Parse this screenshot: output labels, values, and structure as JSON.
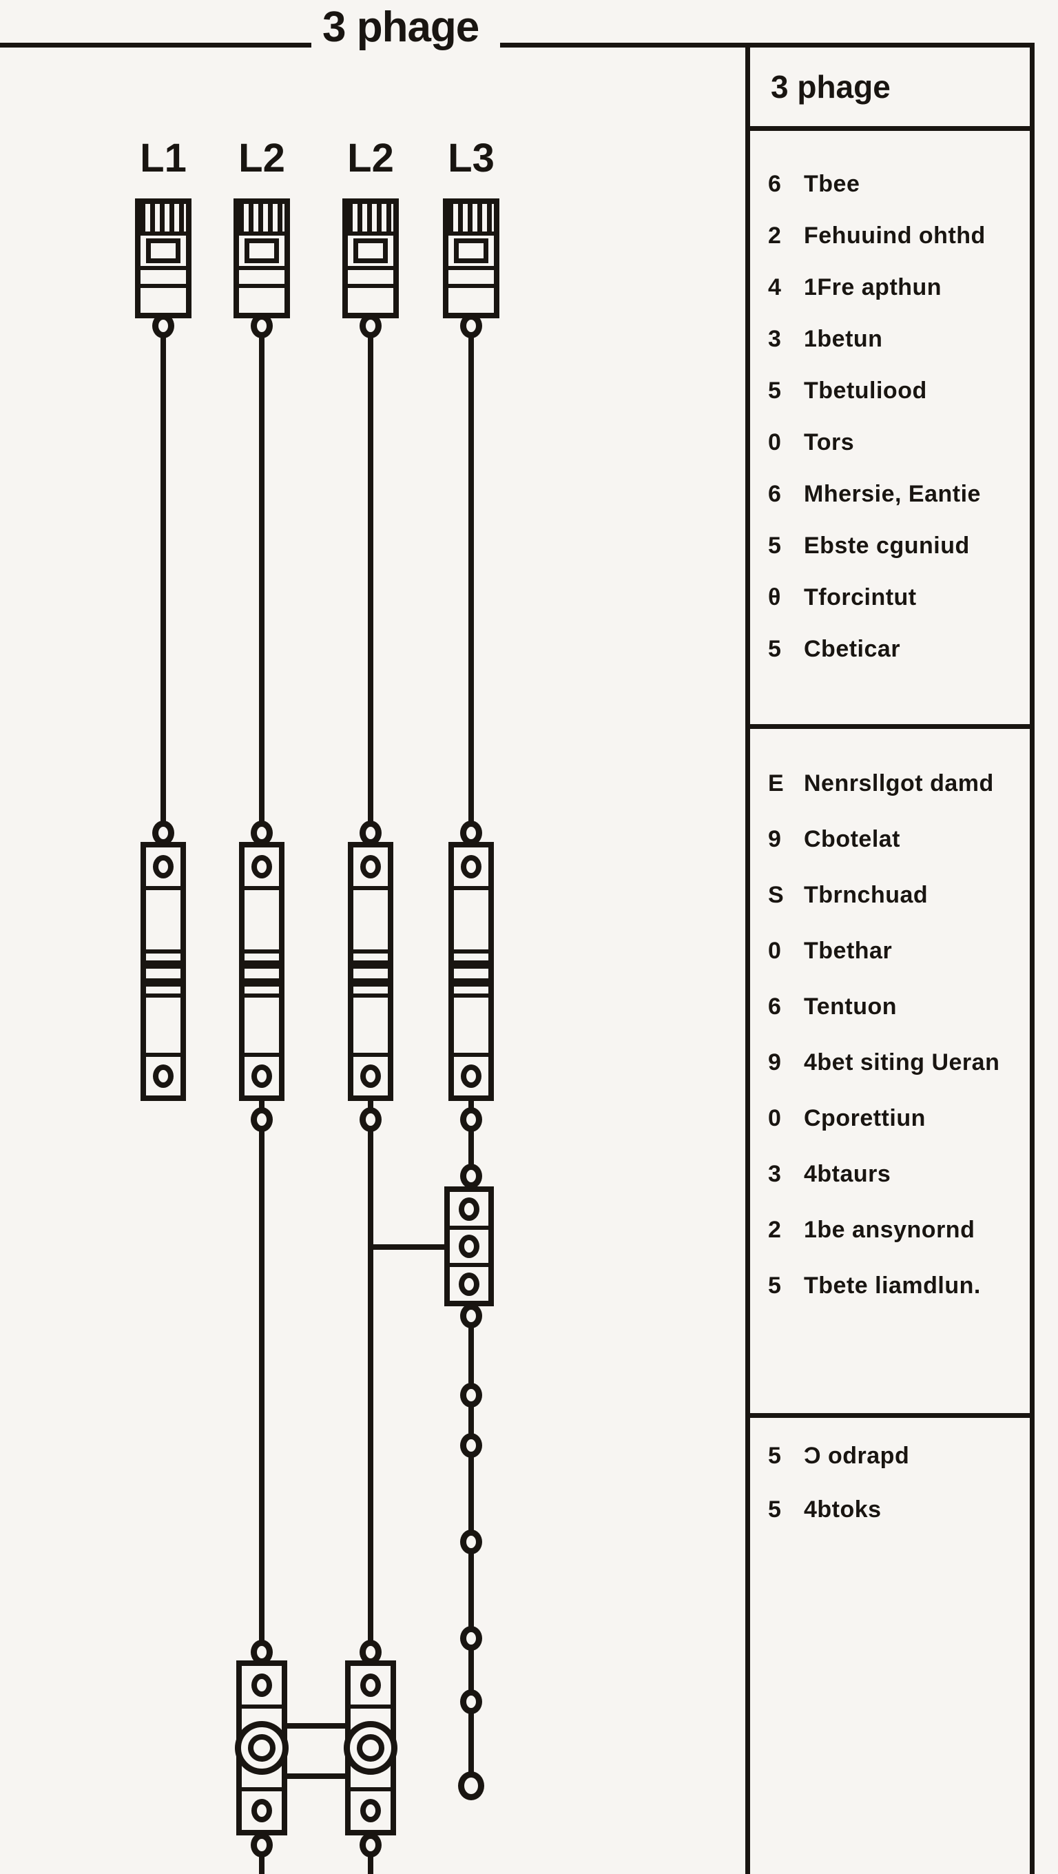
{
  "title": "3 phage",
  "panel": {
    "header": "3 phage",
    "sections": [
      {
        "items": [
          {
            "num": "6",
            "label": "Tbee"
          },
          {
            "num": "2",
            "label": "Fehuuind ohthd"
          },
          {
            "num": "4",
            "label": "1Fre apthun"
          },
          {
            "num": "3",
            "label": "1betun"
          },
          {
            "num": "5",
            "label": "Tbetuliood"
          },
          {
            "num": "0",
            "label": "Tors"
          },
          {
            "num": "6",
            "label": "Mhersie, Eantie"
          },
          {
            "num": "5",
            "label": "Ebste cguniud"
          },
          {
            "num": "θ",
            "label": "Tforcintut"
          },
          {
            "num": "5",
            "label": "Cbeticar"
          }
        ]
      },
      {
        "items": [
          {
            "num": "E",
            "label": "Nenrsllgot damd"
          },
          {
            "num": "9",
            "label": "Cbotelat"
          },
          {
            "num": "S",
            "label": "Tbrnchuad"
          },
          {
            "num": "0",
            "label": "Tbethar"
          },
          {
            "num": "6",
            "label": "Tentuon"
          },
          {
            "num": "9",
            "label": "4bet siting Ueran"
          },
          {
            "num": "0",
            "label": "Cporettiun"
          },
          {
            "num": "3",
            "label": "4btaurs"
          },
          {
            "num": "2",
            "label": "1be ansynornd"
          },
          {
            "num": "5",
            "label": "Tbete liamdlun."
          }
        ]
      },
      {
        "items": [
          {
            "num": "5",
            "label": "Ɔ odrapd"
          },
          {
            "num": "5",
            "label": "4btoks"
          }
        ]
      }
    ]
  },
  "diagram": {
    "columns": [
      {
        "label": "L1",
        "bottom": "none"
      },
      {
        "label": "L2",
        "bottom": "device"
      },
      {
        "label": "L2",
        "bottom": "device-branch"
      },
      {
        "label": "L3",
        "bottom": "cellbox"
      }
    ]
  },
  "colors": {
    "ink": "#191511",
    "bg": "#f7f5f2"
  }
}
